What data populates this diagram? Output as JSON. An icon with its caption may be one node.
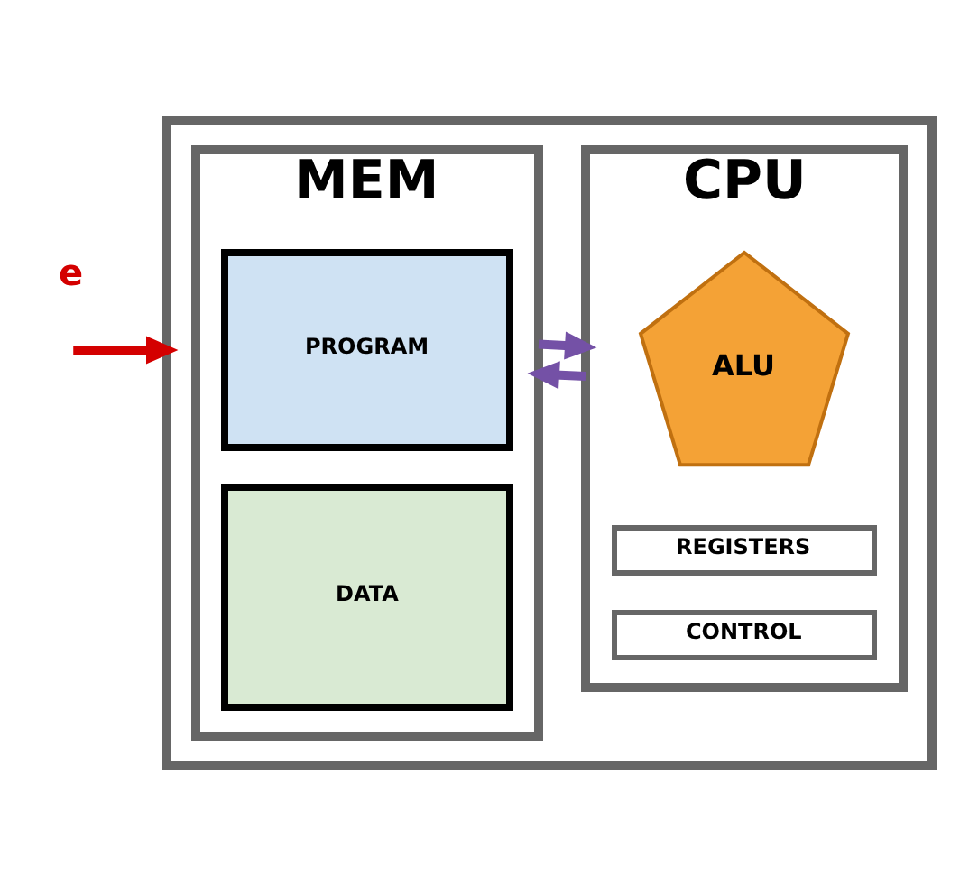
{
  "diagram": {
    "nodes": [
      {
        "text": [],
        "shape": "box"
      },
      {
        "text": [
          "MEM"
        ],
        "in": 0
      },
      {
        "text": [
          "PROGRAM"
        ],
        "in": 1
      },
      {
        "text": [
          "DATA"
        ],
        "in": 1
      },
      {
        "text": [
          "CPU"
        ],
        "in": 0
      },
      {
        "text": [
          "ALU"
        ],
        "in": 4
      },
      {
        "text": [
          "REGISTERS"
        ],
        "in": 4
      },
      {
        "text": [
          "CONTROL"
        ],
        "in": 4
      }
    ],
    "edges": [
      {
        "from": 1,
        "to": 4,
        "arrow": "to",
        "color": "#7451a6"
      },
      {
        "from": 4,
        "to": 1,
        "arrow": "to",
        "color": "#7451a6"
      },
      {
        "from": null,
        "to": 0,
        "arrow": "to",
        "color": "#d40000"
      }
    ],
    "labels": [
      "e"
    ]
  }
}
